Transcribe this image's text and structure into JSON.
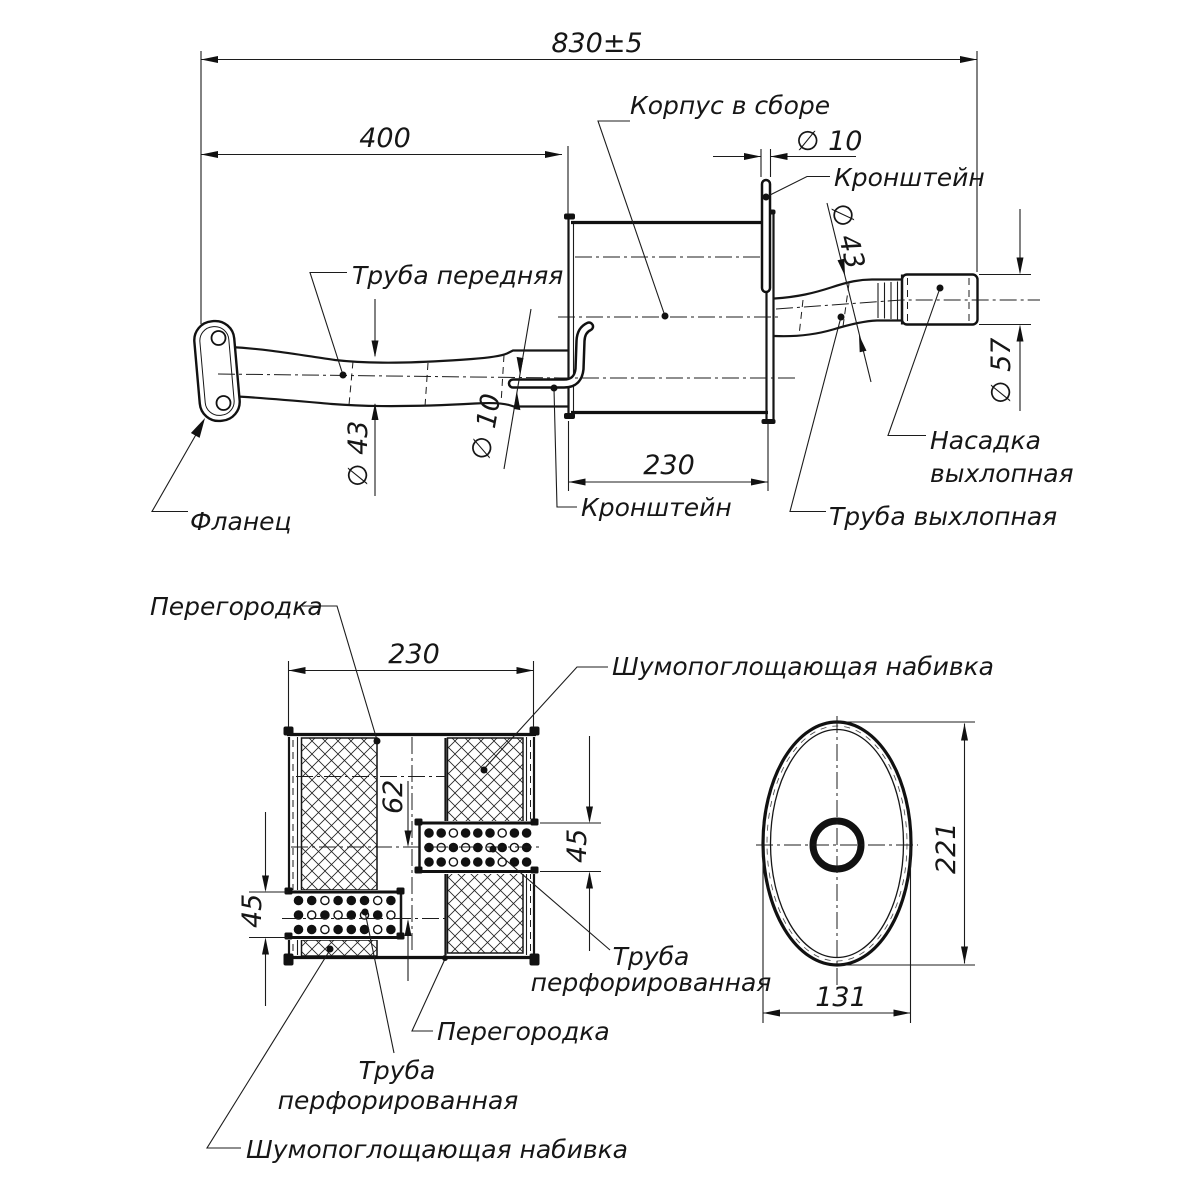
{
  "drawing": {
    "kind": "exhaust muffler assembly technical drawing",
    "language": "ru",
    "line_color": "#161616",
    "background": "#ffffff"
  },
  "dims": {
    "total_length": "830±5",
    "front_pipe_length": "400",
    "rod_dia_top": "∅ 10",
    "exhaust_pipe_dia": "∅ 43",
    "tip_dia": "∅ 57",
    "body_length_side": "230",
    "front_pipe_dia": "∅ 43",
    "rod_dia_bottom": "∅ 10",
    "body_length_section": "230",
    "axis_offset": "62",
    "perf_pipe_dia_right": "45",
    "perf_pipe_dia_left": "45",
    "body_height": "221",
    "body_width": "131"
  },
  "labels": {
    "body_assembly": "Корпус в сборе",
    "bracket_top": "Кронштейн",
    "front_pipe": "Труба передняя",
    "flange": "Фланец",
    "bracket_bottom": "Кронштейн",
    "exhaust_pipe": "Труба выхлопная",
    "exhaust_tip_line1": "Насадка",
    "exhaust_tip_line2": "выхлопная",
    "partition_top": "Перегородка",
    "partition_bottom": "Перегородка",
    "stuffing_top": "Шумопоглощающая набивка",
    "stuffing_bottom": "Шумопоглощающая набивка",
    "perf_pipe_right_line1": "Труба",
    "perf_pipe_right_line2": "перфорированная",
    "perf_pipe_bottom_line1": "Труба",
    "perf_pipe_bottom_line2": "перфорированная"
  }
}
